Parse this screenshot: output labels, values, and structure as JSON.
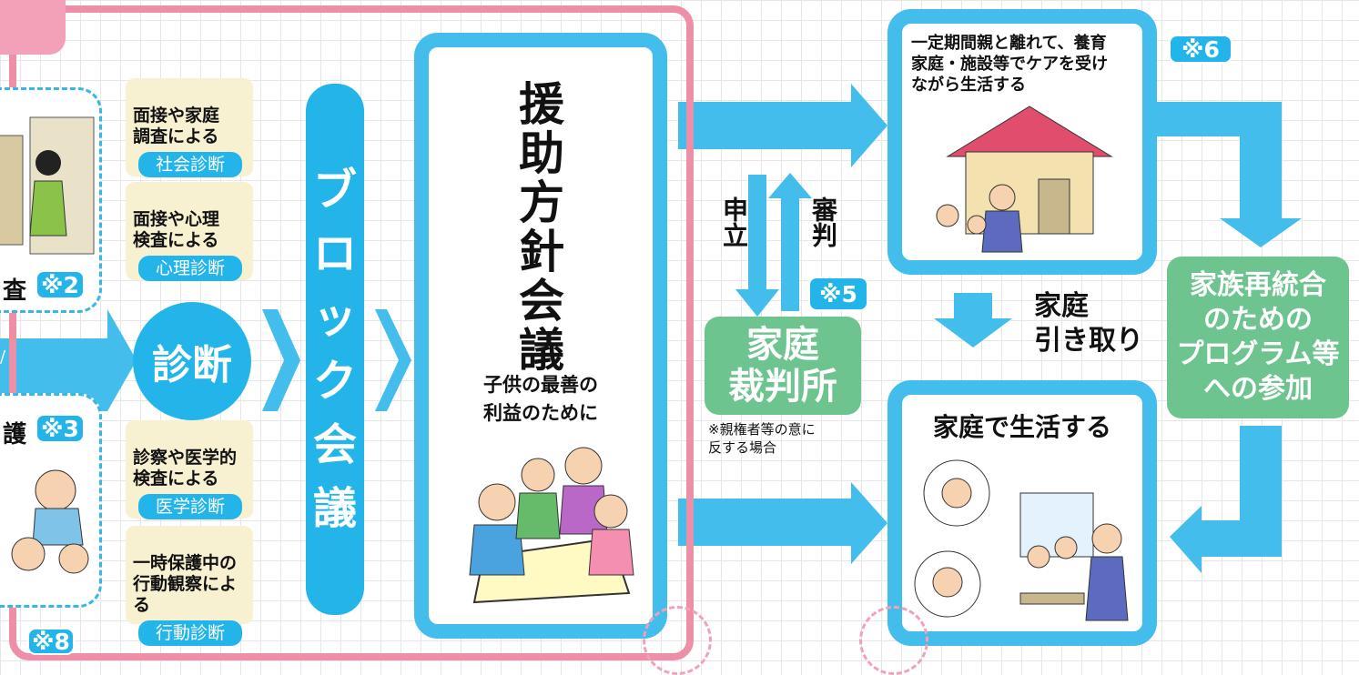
{
  "colors": {
    "blue": "#23b5ea",
    "pink": "#ee8fa8",
    "green": "#6ec48e",
    "beige": "#f7f1d2"
  },
  "left_panel": {
    "top_suffix": "査",
    "top_badge": "※2",
    "bottom_suffix": "護",
    "bottom_badge": "※3",
    "arrow_mark": "/",
    "footer_badge": "※8"
  },
  "diagnoses": [
    {
      "desc": "面接や家庭\n調査による",
      "label": "社会診断"
    },
    {
      "desc": "面接や心理\n検査による",
      "label": "心理診断"
    },
    {
      "desc": "診察や医学的\n検査による",
      "label": "医学診断"
    },
    {
      "desc": "一時保護中の\n行動観察による",
      "label": "行動診断"
    }
  ],
  "diagnosis_circle": "診断",
  "block_meeting": [
    "ブ",
    "ロ",
    "ッ",
    "ク",
    "会",
    "議"
  ],
  "policy": {
    "title": "援助方針会議",
    "subtitle": "子供の最善の\n利益のために"
  },
  "court": {
    "apply": "申立",
    "judgment": "審判",
    "badge": "※5",
    "name": "家庭\n裁判所",
    "note": "※親権者等の意に\n反する場合"
  },
  "foster": {
    "text": "一定期間親と離れて、養育\n家庭・施設等でケアを受け\nながら生活する",
    "badge": "※6"
  },
  "reunify": "家族再統合\nのための\nプログラム等\nへの参加",
  "return_home": "家庭\n引き取り",
  "home_life": "家庭で生活する"
}
